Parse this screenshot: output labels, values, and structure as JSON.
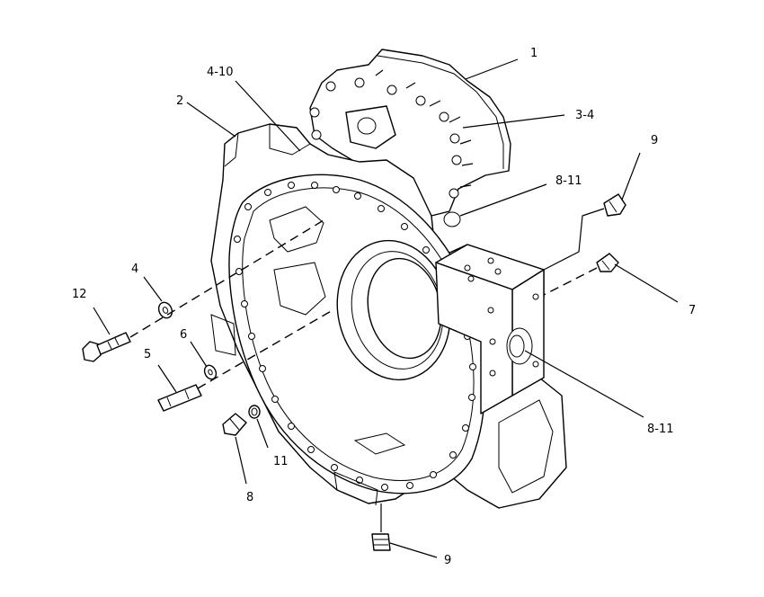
{
  "callouts": {
    "c1": "1",
    "c2": "2",
    "c3_4": "3-4",
    "c4_10": "4-10",
    "c9_top": "9",
    "c8_11_top": "8-11",
    "c4": "4",
    "c12": "12",
    "c6": "6",
    "c5": "5",
    "c7": "7",
    "c8_11_right": "8-11",
    "c11": "11",
    "c8": "8",
    "c9_bottom": "9"
  }
}
